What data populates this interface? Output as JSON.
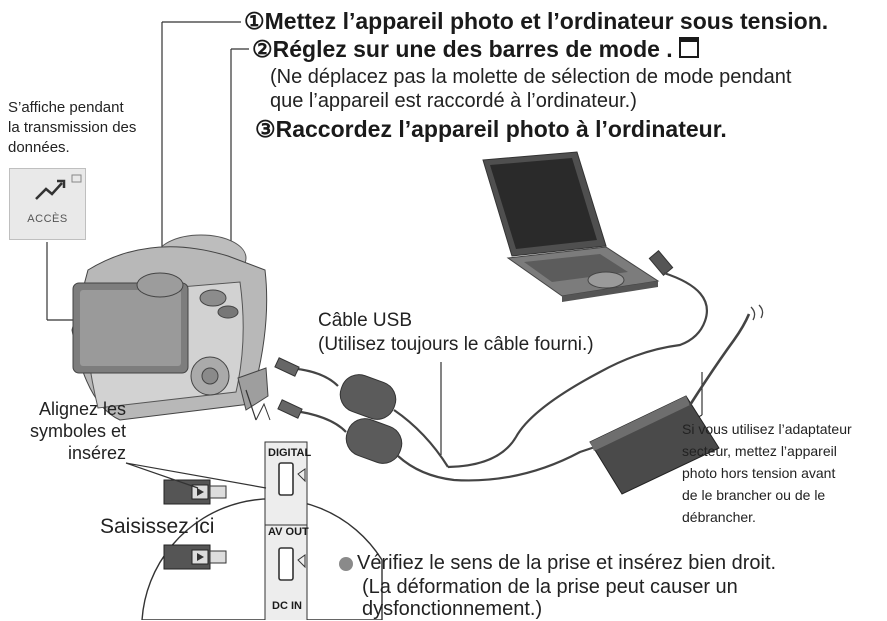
{
  "steps": {
    "s1": "①Mettez l’appareil photo et l’ordinateur sous tension.",
    "s2": "②Réglez sur une des barres de mode . ",
    "s2_note_l1": "(Ne déplacez pas la molette de sélection de mode pendant",
    "s2_note_l2": "que l’appareil est raccordé à l’ordinateur.)",
    "s3": "③Raccordez l’appareil photo à l’ordinateur."
  },
  "left_note": {
    "l1": "S’affiche pendant",
    "l2": "la transmission des",
    "l3": "données."
  },
  "screen_label": "ACCÈS",
  "usb_cable": {
    "l1": "Câble USB",
    "l2": "(Utilisez toujours le câble fourni.)"
  },
  "align": {
    "l1": "Alignez les",
    "l2": "symboles et",
    "l3": "insérez"
  },
  "grip": "Saisissez ici",
  "ports": {
    "digital": "DIGITAL",
    "av_out": "AV OUT",
    "dc_in": "DC IN"
  },
  "adapter_note": {
    "l1": "Si vous utilisez l’adaptateur",
    "l2": "secteur, mettez l’appareil",
    "l3": "photo hors tension avant",
    "l4": "de le brancher ou de le",
    "l5": "débrancher."
  },
  "bottom_note": {
    "l1": "Vérifiez le sens de la prise et insérez bien droit.",
    "l2": "(La déformation de la prise peut causer un",
    "l3": "dysfonctionnement.)"
  },
  "colors": {
    "text": "#1a1a1a",
    "accent_gray": "#888888"
  }
}
